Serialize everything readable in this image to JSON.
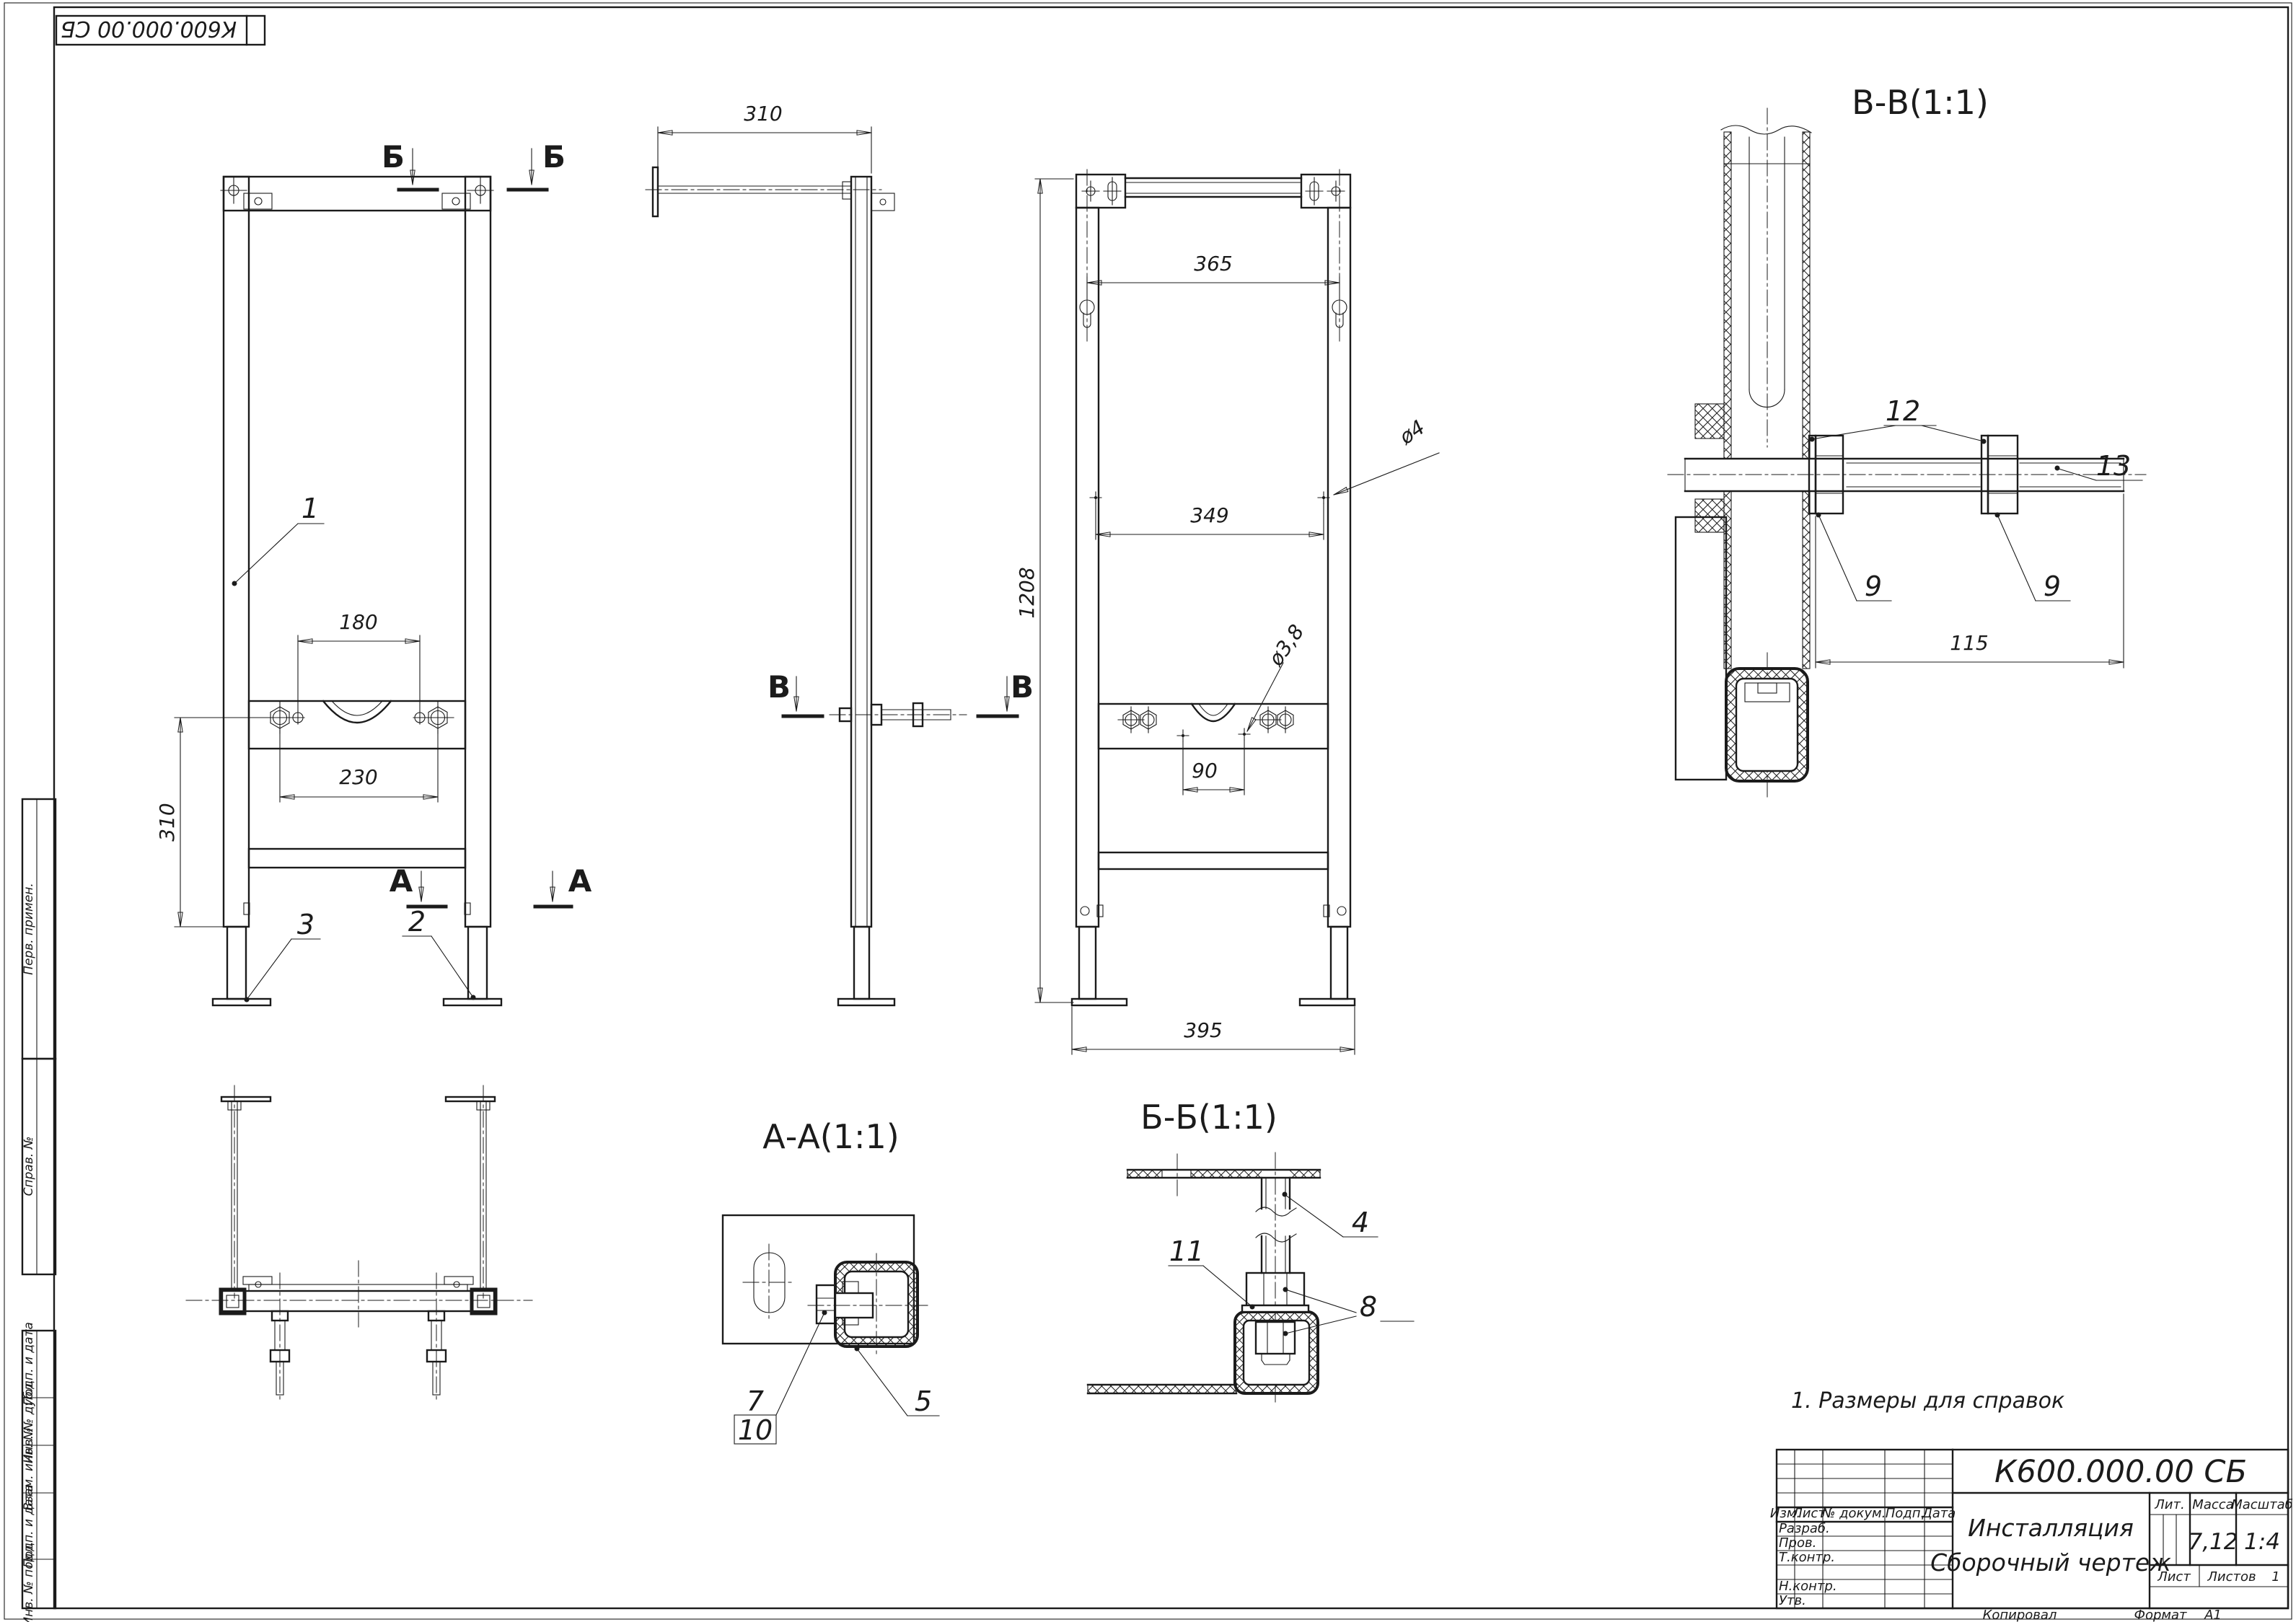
{
  "stamp": {
    "code": "К600.000.00 СБ"
  },
  "margin": {
    "m1": "Перв. примен.",
    "m2": "Справ. №",
    "m3": "Подп. и дата",
    "m4": "Инв. № дубл.",
    "m5": "Взам. инв. №",
    "m6": "Подп. и дата",
    "m7": "Инв. № подл."
  },
  "front": {
    "d180": "180",
    "d230": "230",
    "d310": "310",
    "p1": "1",
    "p2": "2",
    "p3": "3",
    "sb": "Б",
    "sa": "А"
  },
  "side": {
    "d310": "310",
    "sv": "В"
  },
  "rear": {
    "d365": "365",
    "d349": "349",
    "d90": "90",
    "d1208": "1208",
    "d395": "395",
    "dia4": "ø4",
    "dia38": "ø3,8"
  },
  "aa": {
    "title": "А-А(1:1)",
    "p5": "5",
    "p7": "7",
    "p10": "10"
  },
  "bb": {
    "title": "Б-Б(1:1)",
    "p4": "4",
    "p8": "8",
    "p11": "11"
  },
  "vv": {
    "title": "В-В(1:1)",
    "d115": "115",
    "p9": "9",
    "p12": "12",
    "p13": "13"
  },
  "note": "1. Размеры для справок",
  "tb": {
    "code": "К600.000.00 СБ",
    "name1": "Инсталляция",
    "name2": "Сборочный чертеж",
    "izm": "Изм.",
    "list": "Лист",
    "doc": "№ докум.",
    "podp": "Подп.",
    "date": "Дата",
    "razrab": "Разраб.",
    "prov": "Пров.",
    "tkontr": "Т.контр.",
    "nkontr": "Н.контр.",
    "utv": "Утв.",
    "lit": "Лит.",
    "massa": "Масса",
    "scale": "Масштаб",
    "massa_v": "7,12",
    "scale_v": "1:4",
    "sheet": "Лист",
    "sheets": "Листов",
    "sheets_v": "1",
    "copied": "Копировал",
    "format": "Формат",
    "format_v": "А1"
  }
}
